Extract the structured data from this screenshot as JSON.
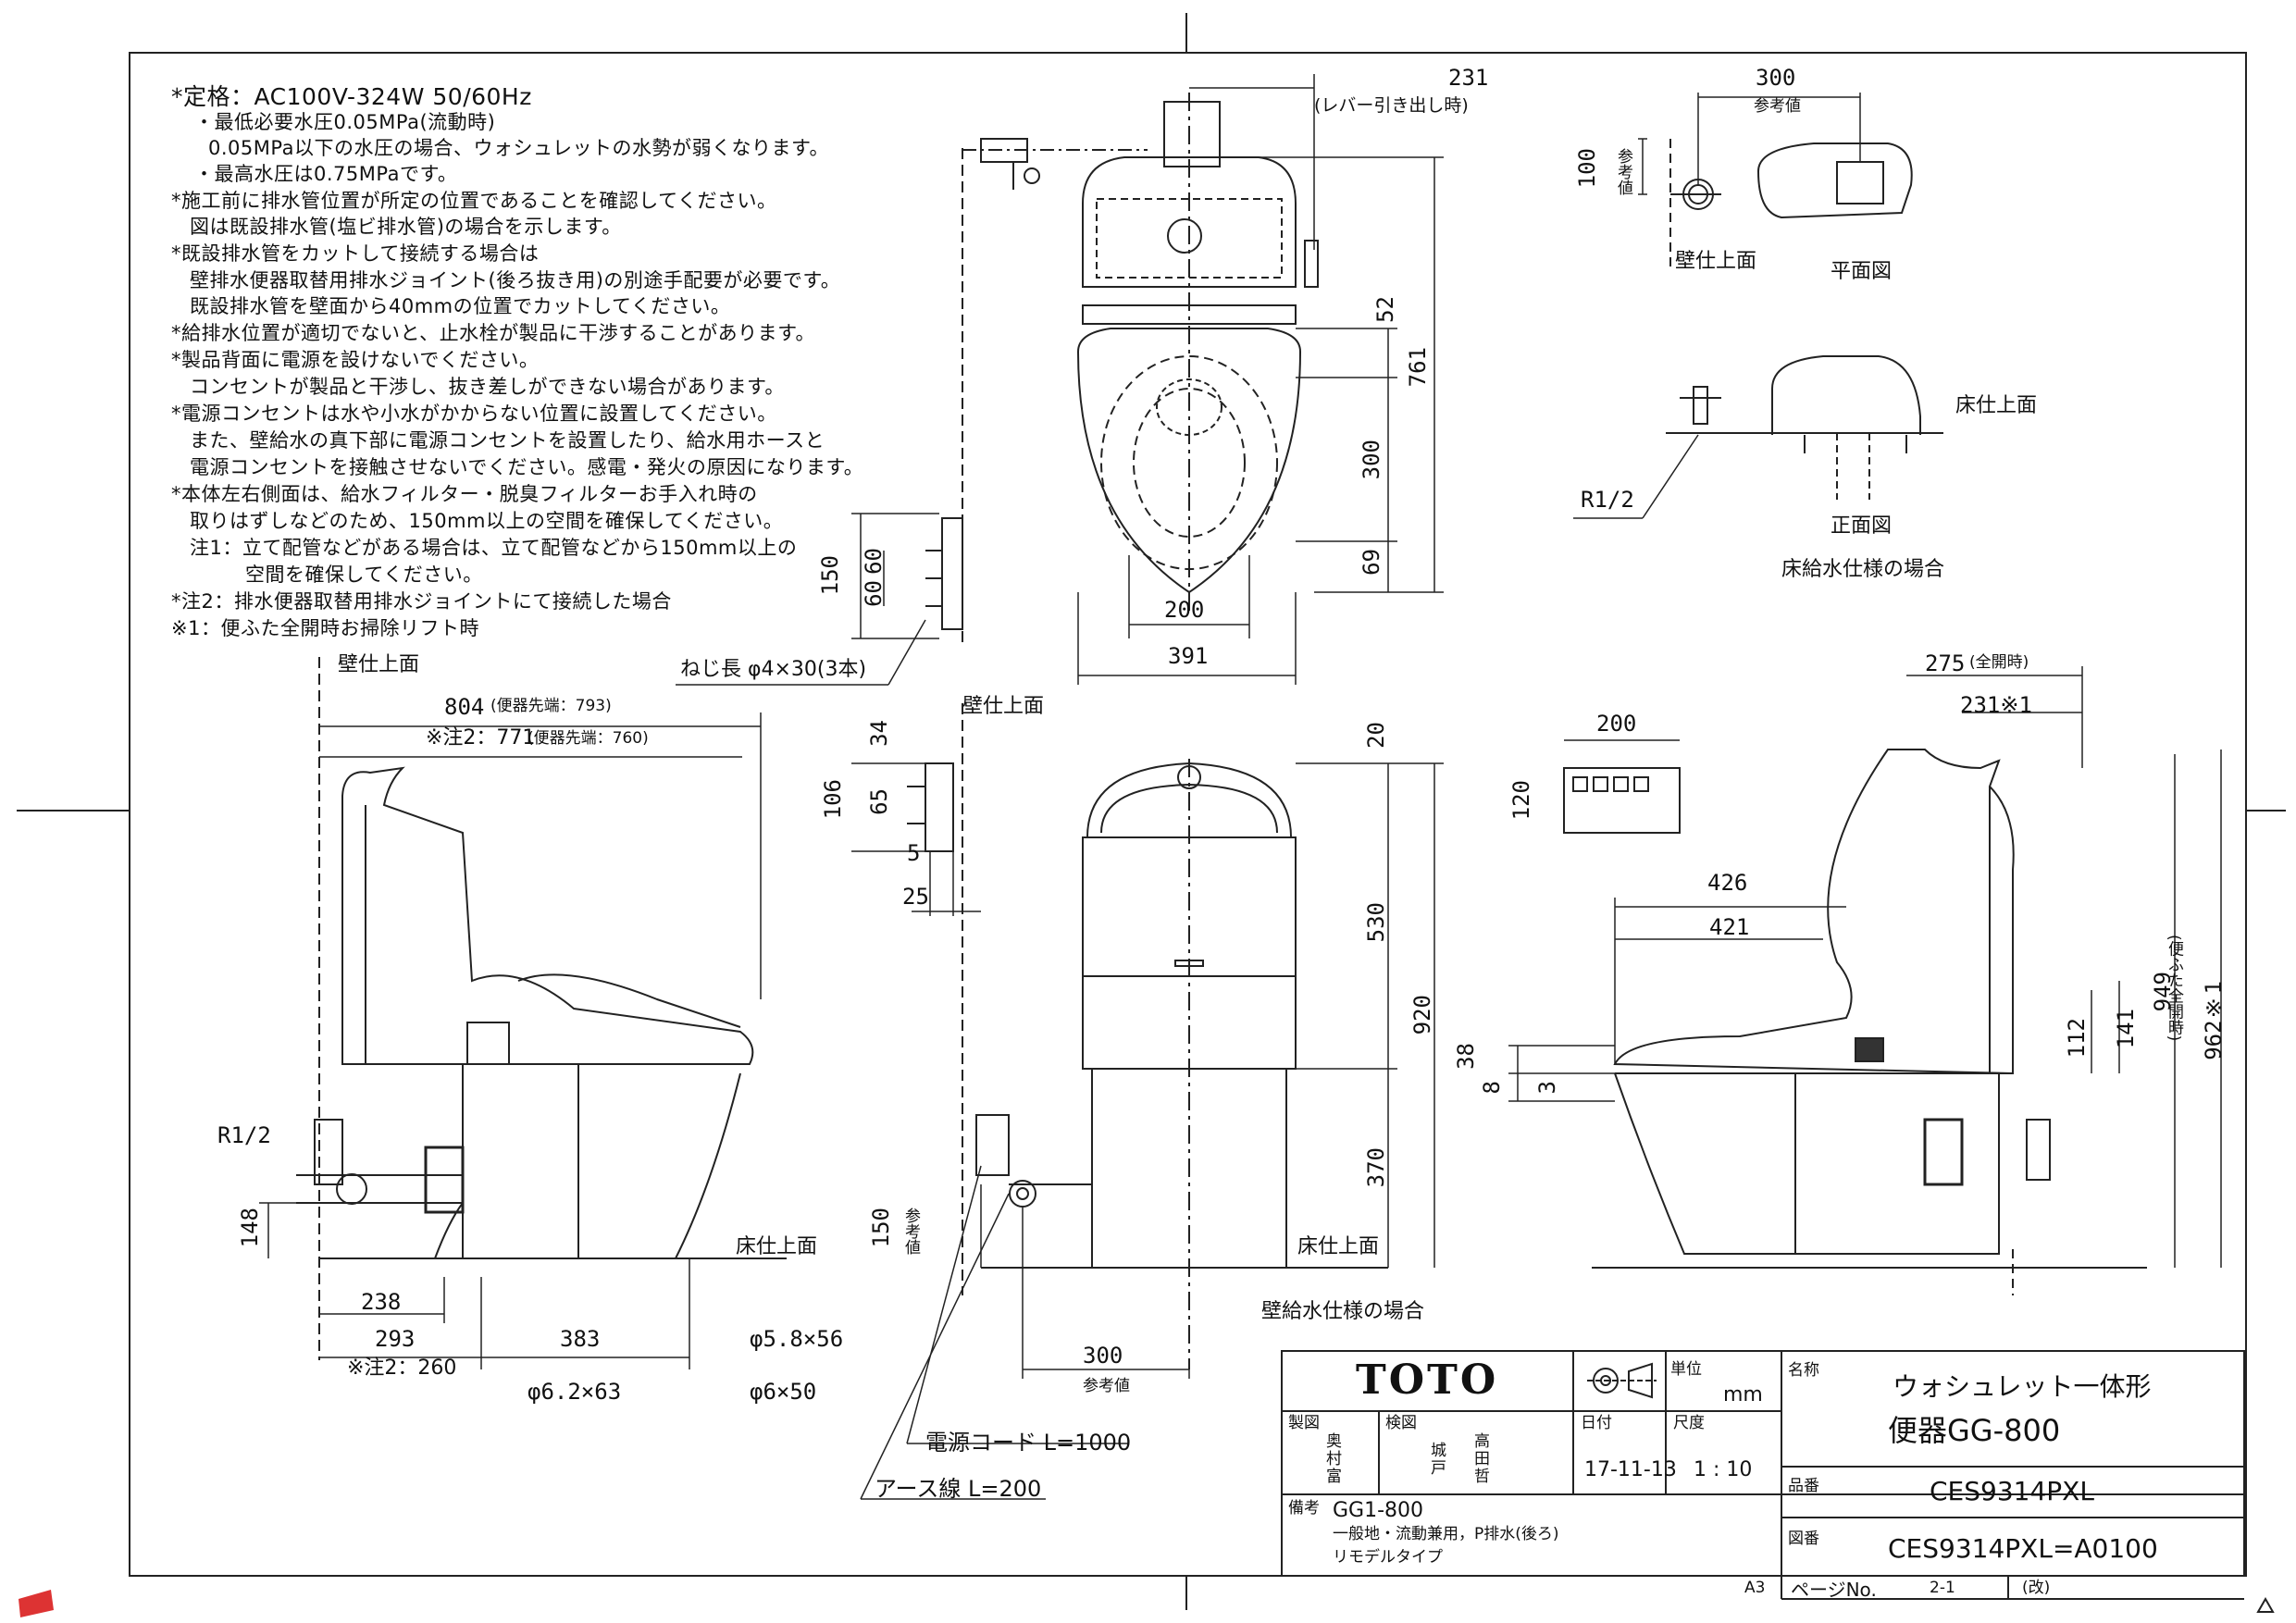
{
  "notes": [
    "*定格：AC100V-324W 50/60Hz",
    "・最低必要水圧0.05MPa(流動時)",
    "0.05MPa以下の水圧の場合、ウォシュレットの水勢が弱くなります。",
    "・最高水圧は0.75MPaです。",
    "*施工前に排水管位置が所定の位置であることを確認してください。",
    "図は既設排水管(塩ビ排水管)の場合を示します。",
    "*既設排水管をカットして接続する場合は",
    "壁排水便器取替用排水ジョイント(後ろ抜き用)の別途手配要が必要です。",
    "既設排水管を壁面から40mmの位置でカットしてください。",
    "*給排水位置が適切でないと、止水栓が製品に干渉することがあります。",
    "*製品背面に電源を設けないでください。",
    "コンセントが製品と干渉し、抜き差しができない場合があります。",
    "*電源コンセントは水や小水がかからない位置に設置してください。",
    "また、壁給水の真下部に電源コンセントを設置したり、給水用ホースと",
    "電源コンセントを接触させないでください。感電・発火の原因になります。",
    "*本体左右側面は、給水フィルター・脱臭フィルターお手入れ時の",
    "取りはずしなどのため、150mm以上の空間を確保してください。",
    "注1：立て配管などがある場合は、立て配管などから150mm以上の",
    "空間を確保してください。",
    "*注2：排水便器取替用排水ジョイントにて接続した場合",
    "※1：便ふた全開時お掃除リフト時"
  ],
  "labels": {
    "wall_surface": "壁仕上面",
    "floor_surface": "床仕上面",
    "plan_view": "平面図",
    "front_view": "正面図",
    "floor_supply": "床給水仕様の場合",
    "wall_supply": "壁給水仕様の場合",
    "reference": "参考値",
    "lever": "(レバー引き出し時)",
    "screw": "ねじ長 φ4×30(3本)",
    "power_cord": "電源コード L=1000",
    "earth_wire": "アース線 L=200",
    "r12": "R1/2",
    "r12b": "R1/2",
    "phi62": "φ6.2×63",
    "phi6": "φ6×50",
    "phi58": "φ5.8×56",
    "full_open": "(全開時)",
    "lid_full_open": "(便ふた全開時)",
    "depth_804": "804",
    "depth_804_note": "(便器先端：793)",
    "depth_771": "※注2：771",
    "depth_771_note": "(便器先端：760)",
    "note2_260": "※注2：260",
    "d949": "949",
    "d962": "962※1",
    "d231_1": "231※1",
    "d275": "275"
  },
  "dims": {
    "d231": "231",
    "d300a": "300",
    "d100": "100",
    "d52": "52",
    "d761": "761",
    "d300b": "300",
    "d69": "69",
    "d200a": "200",
    "d391": "391",
    "d150a": "150",
    "d60a": "60",
    "d60b": "60",
    "d34": "34",
    "d106": "106",
    "d65": "65",
    "d5": "5",
    "d25": "25",
    "d20": "20",
    "d530": "530",
    "d920": "920",
    "d370": "370",
    "d150b": "150",
    "d300c": "300",
    "d200b": "200",
    "d120": "120",
    "d426": "426",
    "d421": "421",
    "d112": "112",
    "d141": "141",
    "d38": "38",
    "d8": "8",
    "d3": "3",
    "d148": "148",
    "d238": "238",
    "d293": "293",
    "d383": "383"
  },
  "title_block": {
    "logo": "TOTO",
    "unit_label": "単位",
    "unit": "mm",
    "name_label": "名称",
    "name_line1": "ウォシュレット一体形",
    "name_line2": "便器GG-800",
    "made_label": "製図",
    "made_by": "奥村富",
    "check_label": "検図",
    "check_by1": "城戸",
    "check_by2": "高田哲",
    "date_label": "日付",
    "date": "17-11-13",
    "scale_label": "尺度",
    "scale": "1 : 10",
    "part_label": "品番",
    "part": "CES9314PXL",
    "remarks_label": "備考",
    "remarks1": "GG1-800",
    "remarks2": "一般地・流動兼用，P排水(後ろ)",
    "remarks3": "リモデルタイプ",
    "drawing_label": "図番",
    "drawing": "CES9314PXL=A0100",
    "size": "A3",
    "page_label": "ページNo.",
    "page": "2-1",
    "rev_label": "(改)"
  }
}
